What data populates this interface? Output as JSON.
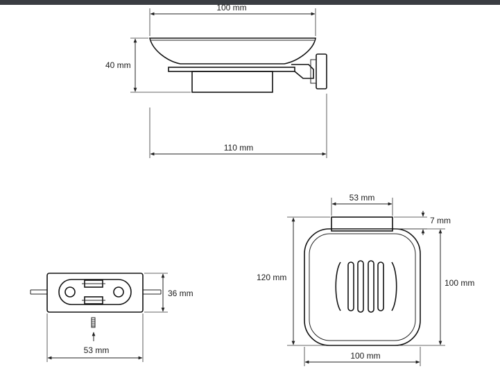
{
  "window": {
    "bar_color": "#3a3d42"
  },
  "side_view": {
    "width_top": "100 mm",
    "height": "40 mm",
    "depth": "110 mm"
  },
  "bottom_view": {
    "height": "36 mm",
    "width": "53 mm"
  },
  "front_view": {
    "bracket_width": "53 mm",
    "bracket_height": "7 mm",
    "total_height": "120 mm",
    "dish_height": "100 mm",
    "dish_width": "100 mm"
  }
}
